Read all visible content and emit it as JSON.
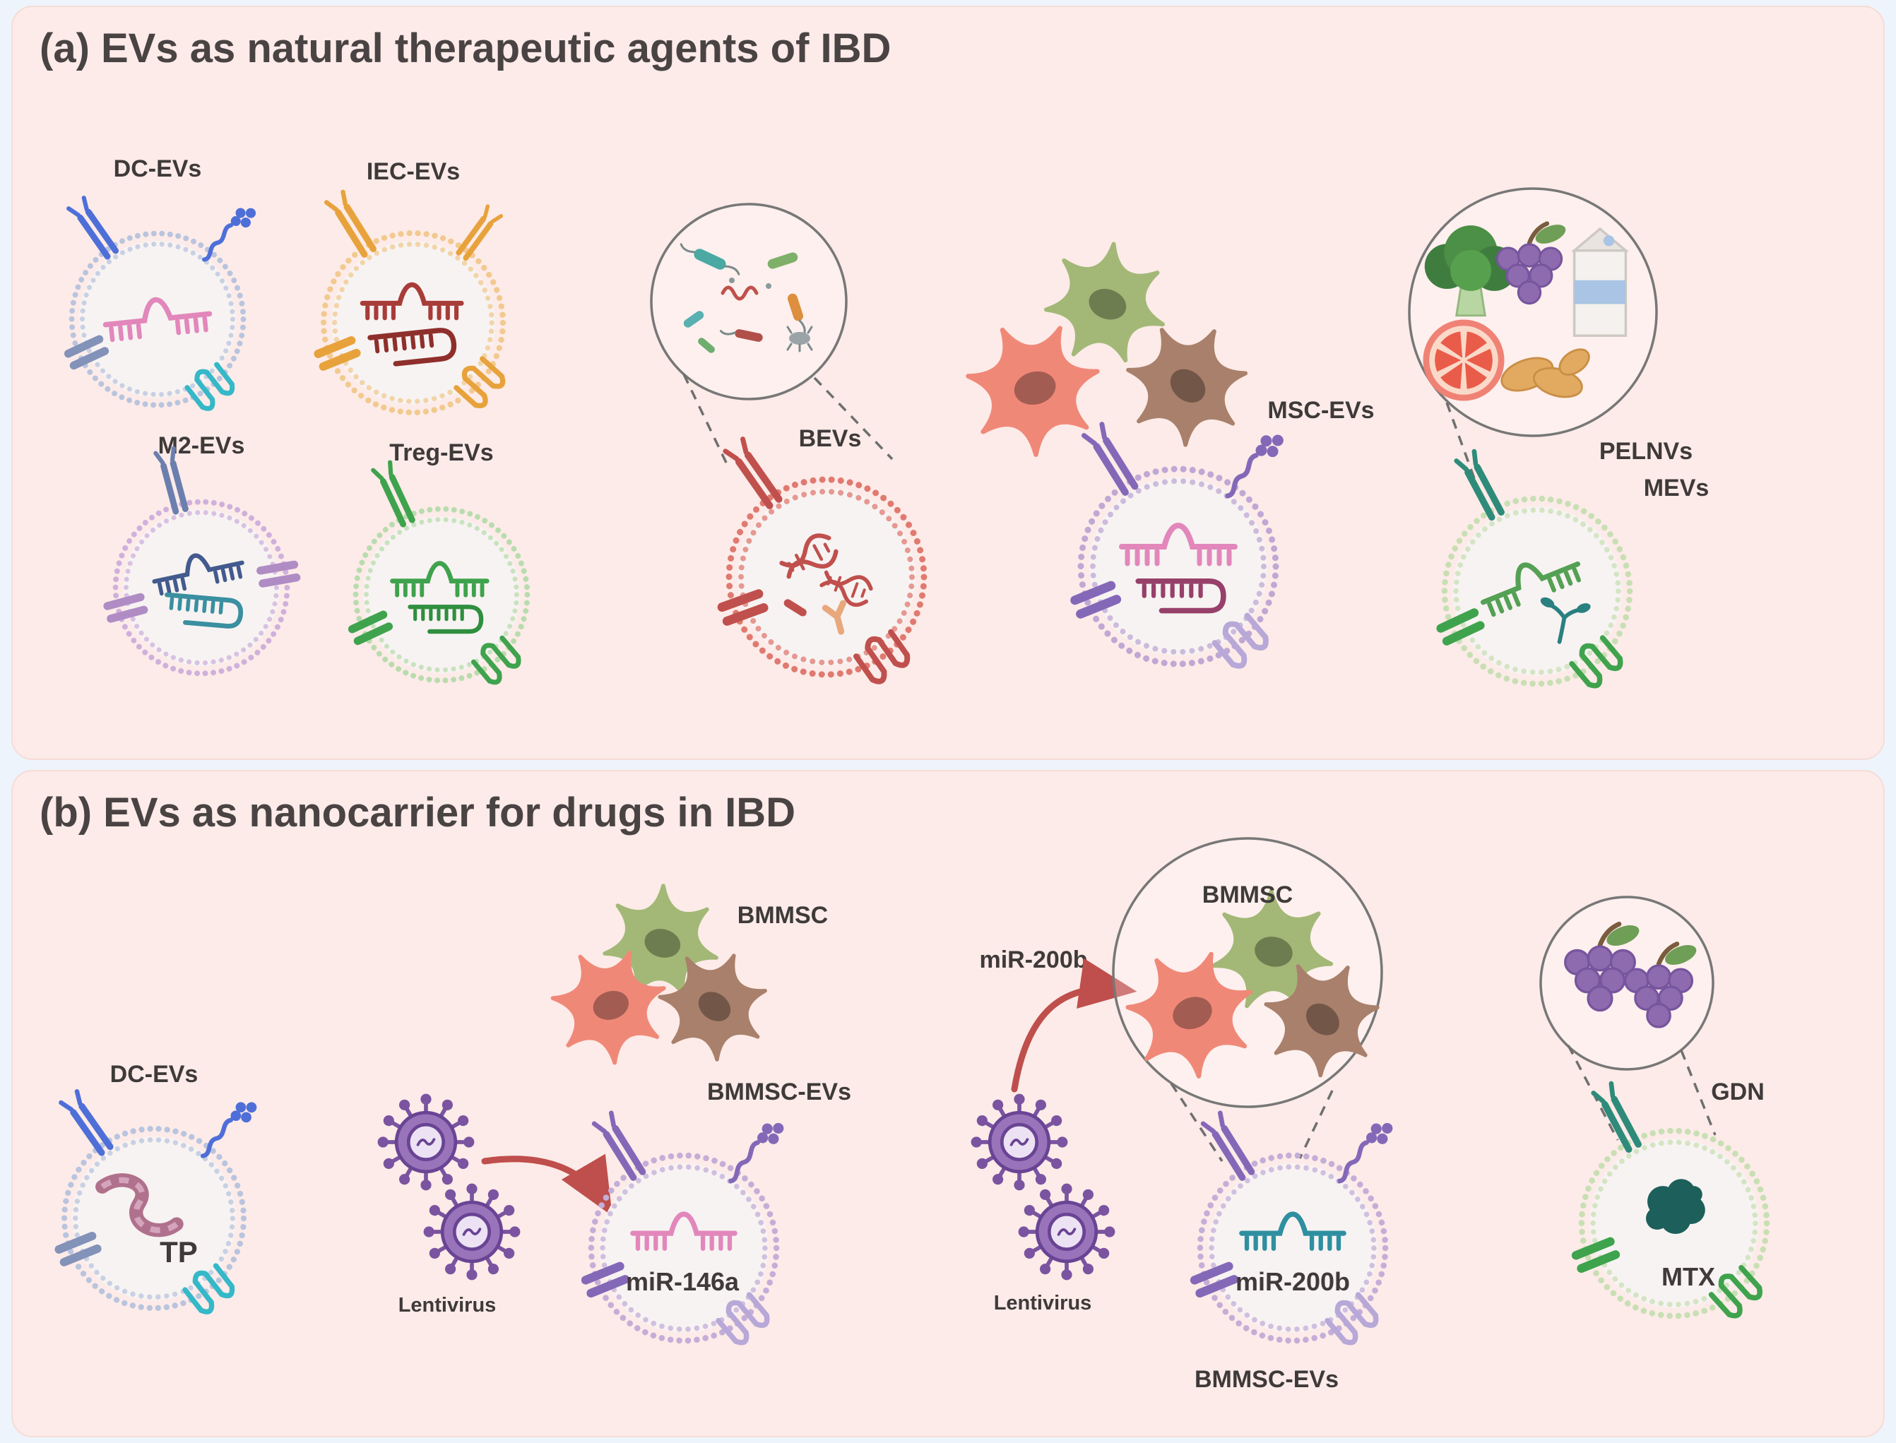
{
  "colors": {
    "page_bg": "#eef4fb",
    "panel_bg": "#fcebe8",
    "title_text": "#4a4343",
    "label_text": "#3f3a3a",
    "arrow_red": "#bf4f4c",
    "dc_blue": "#4f6fd8",
    "iec_orange": "#e8a23c",
    "m2_purple": "#cfb0dc",
    "treg_green": "#3fa34d",
    "bev_red": "#d96a5f",
    "msc_purple": "#bfa8d4",
    "pelnv_green": "#c8dfb4",
    "lentivirus_purple": "#8f68b0",
    "rna_pink": "#e287bb",
    "mtx_teal": "#1d5f5a"
  },
  "panel_a": {
    "title": "(a) EVs as natural therapeutic agents of IBD",
    "labels": {
      "dc_evs": "DC-EVs",
      "iec_evs": "IEC-EVs",
      "m2_evs": "M2-EVs",
      "treg_evs": "Treg-EVs",
      "bevs": "BEVs",
      "msc_evs": "MSC-EVs",
      "pelnvs": "PELNVs",
      "mevs": "MEVs"
    }
  },
  "panel_b": {
    "title": "(b) EVs as nanocarrier for drugs in IBD",
    "labels": {
      "dc_evs": "DC-EVs",
      "tp": "TP",
      "lentivirus_left": "Lentivirus",
      "bmmsc_cells": "BMMSC",
      "bmmsc_evs_left": "BMMSC-EVs",
      "mir146a": "miR-146a",
      "mir200b": "miR-200b",
      "bmmsc_circle": "BMMSC",
      "lentivirus_right": "Lentivirus",
      "mir200b_cargo": "miR-200b",
      "bmmsc_evs_right": "BMMSC-EVs",
      "gdn": "GDN",
      "mtx": "MTX"
    }
  }
}
